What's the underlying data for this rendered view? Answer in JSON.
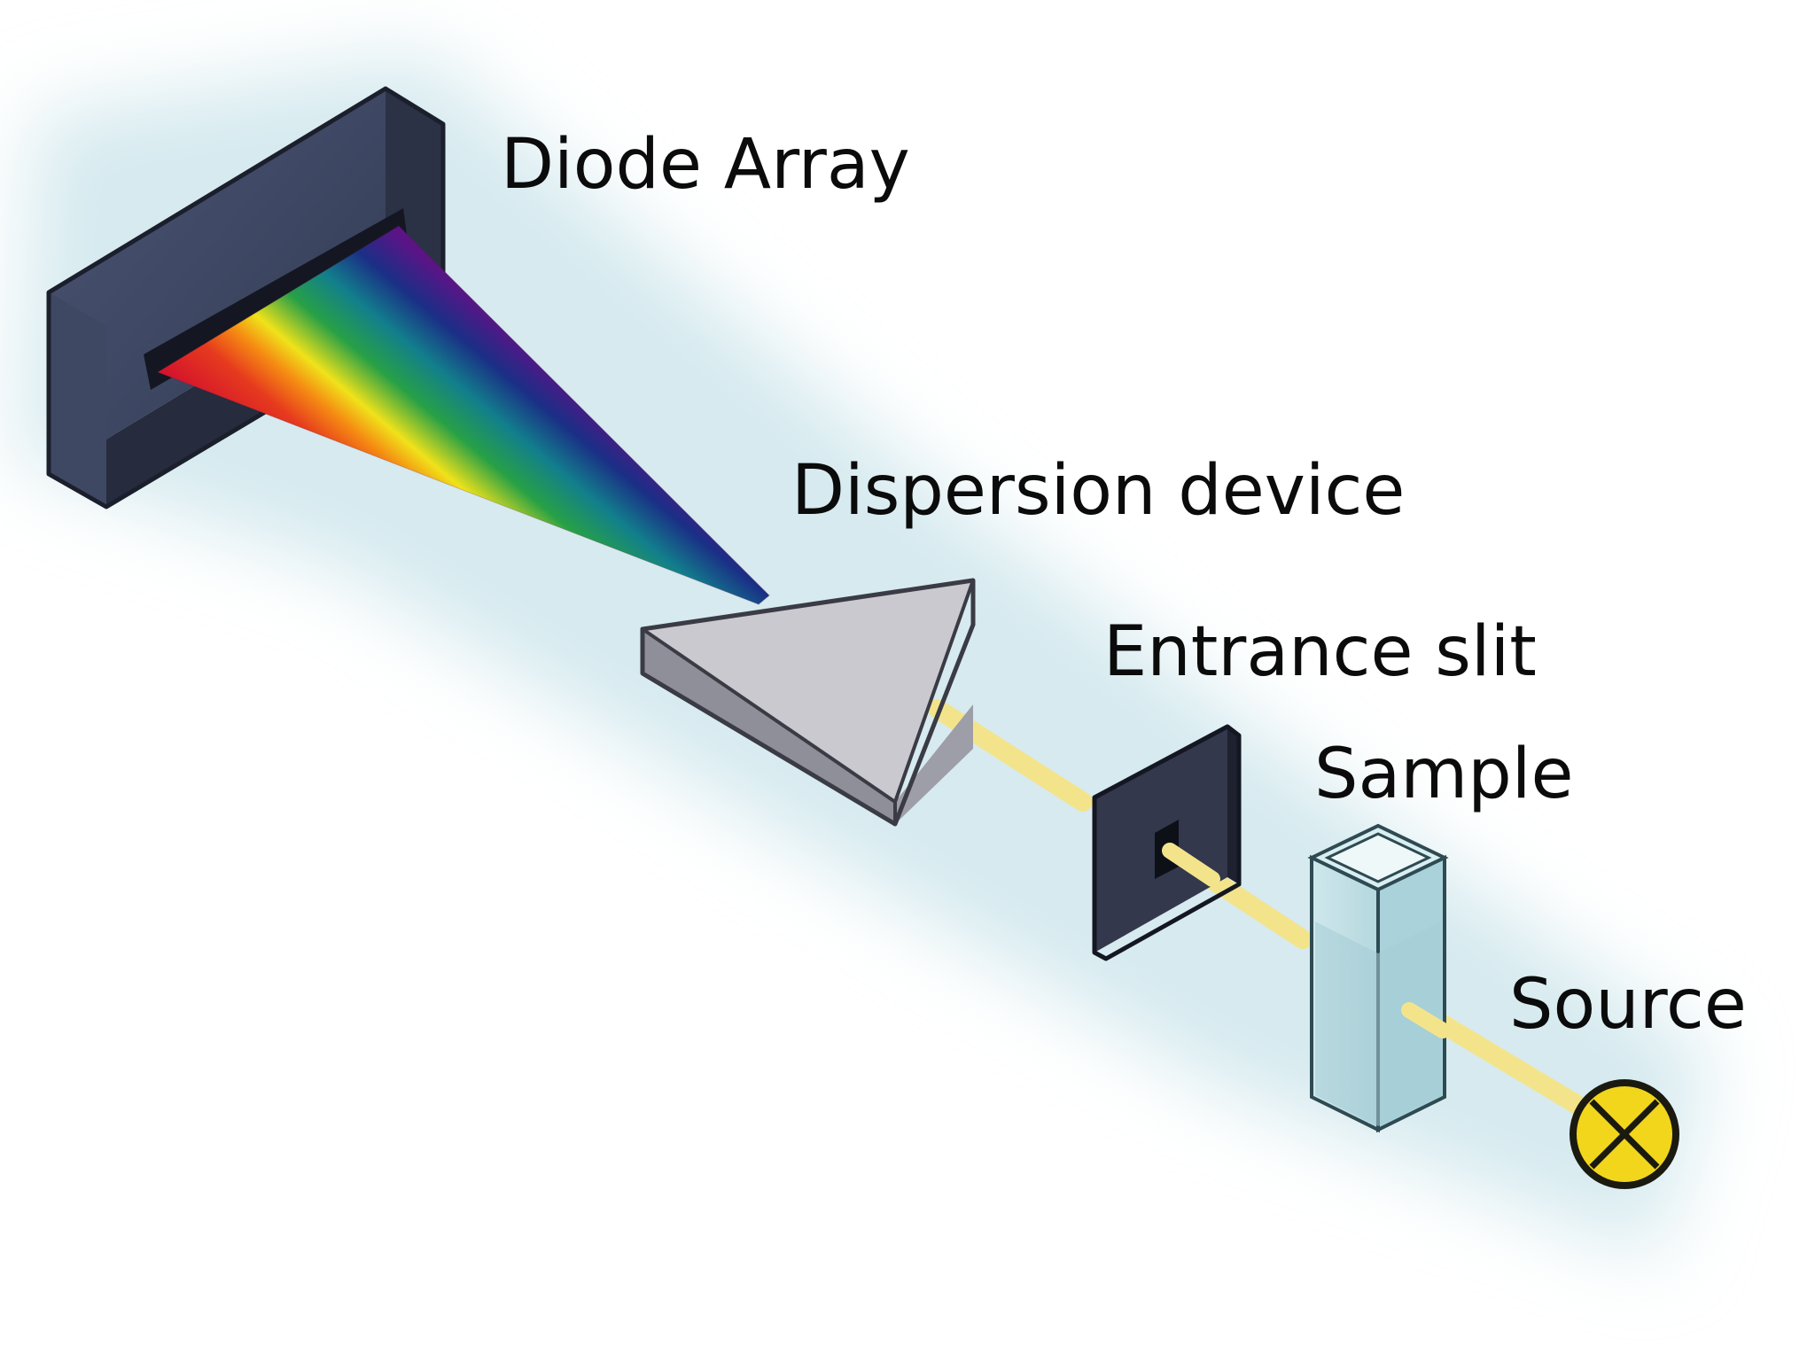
{
  "labels": {
    "diode_array": "Diode Array",
    "dispersion_device": "Dispersion device",
    "entrance_slit": "Entrance slit",
    "sample": "Sample",
    "source": "Source"
  },
  "colors": {
    "background_glow": "#cfe6ec",
    "diode_frame": "#3b4560",
    "diode_window": "#141722",
    "prism_top": "#c9c9cf",
    "prism_side": "#8e8f98",
    "slit": "#33384c",
    "cuvette": "#bfe0e6",
    "liquid": "#a6ccd6",
    "beam": "#f3e48c",
    "source_lamp": "#f2d61c",
    "spectrum": [
      "#d4142c",
      "#f58a12",
      "#f0e21a",
      "#27a046",
      "#127f8c",
      "#1a2f86",
      "#5b1486"
    ]
  },
  "icons": {
    "source": "lamp-circle-x-icon"
  }
}
